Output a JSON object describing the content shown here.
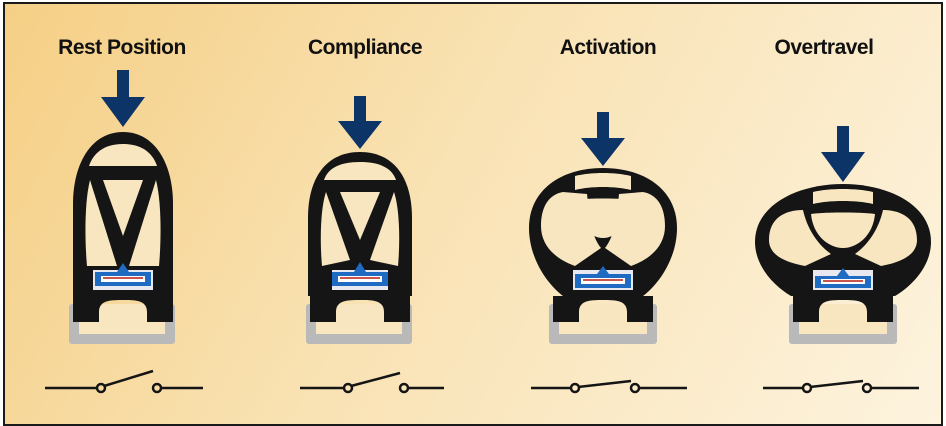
{
  "diagram": {
    "stages": [
      {
        "title": "Rest Position",
        "switch_state": "open"
      },
      {
        "title": "Compliance",
        "switch_state": "open"
      },
      {
        "title": "Activation",
        "switch_state": "closed"
      },
      {
        "title": "Overtravel",
        "switch_state": "closed"
      }
    ],
    "colors": {
      "arrow": "#0d3466",
      "body": "#151515",
      "switch_blue": "#1f6bc2",
      "base": "#b9b9b9",
      "background_start": "#f5cf85",
      "background_end": "#fdf3de"
    },
    "icons": {
      "arrow": "down-arrow-icon",
      "switch": "switch-symbol-icon"
    }
  }
}
